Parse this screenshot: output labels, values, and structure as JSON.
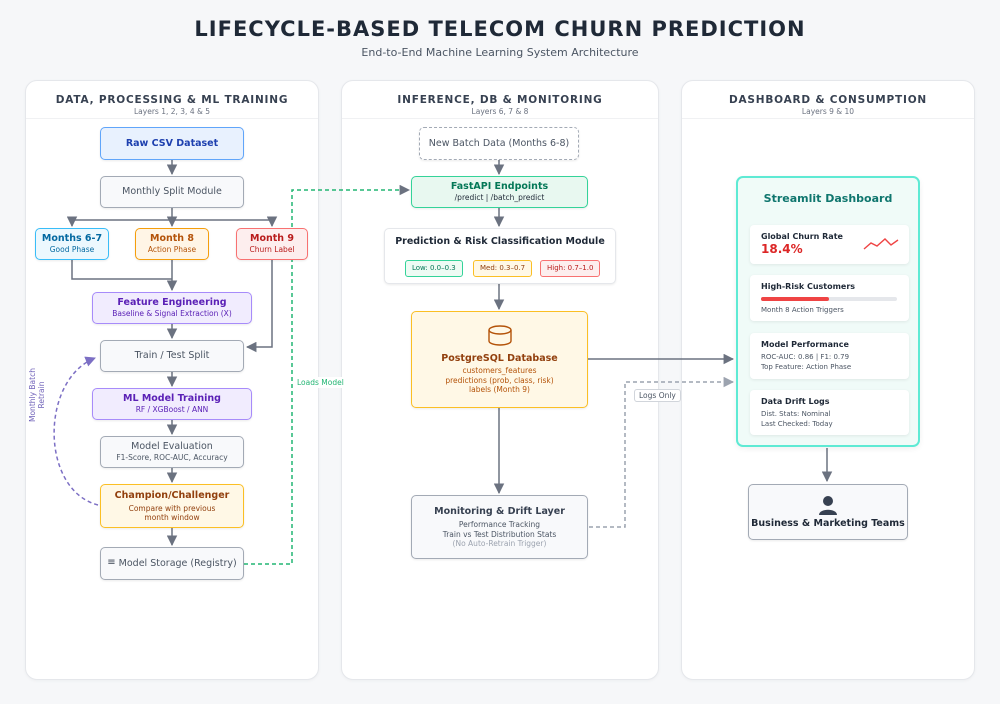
{
  "header": {
    "title": "LIFECYCLE-BASED TELECOM CHURN PREDICTION",
    "subtitle": "End-to-End Machine Learning System Architecture"
  },
  "panels": [
    {
      "title": "DATA, PROCESSING & ML TRAINING",
      "subtitle": "Layers 1, 2, 3, 4 & 5"
    },
    {
      "title": "INFERENCE, DB & MONITORING",
      "subtitle": "Layers 6, 7 & 8"
    },
    {
      "title": "DASHBOARD & CONSUMPTION",
      "subtitle": "Layers 9 & 10"
    }
  ],
  "training": {
    "raw_csv": "Raw CSV Dataset",
    "monthly_split": "Monthly Split Module",
    "months67": {
      "title": "Months 6-7",
      "sub": "Good Phase"
    },
    "month8": {
      "title": "Month 8",
      "sub": "Action Phase"
    },
    "month9": {
      "title": "Month 9",
      "sub": "Churn Label"
    },
    "feature_eng": {
      "title": "Feature Engineering",
      "sub": "Baseline & Signal Extraction (X)"
    },
    "split": "Train / Test Split",
    "ml_training": {
      "title": "ML Model Training",
      "sub": "RF / XGBoost / ANN"
    },
    "evaluation": {
      "title": "Model Evaluation",
      "sub": "F1-Score, ROC-AUC, Accuracy"
    },
    "champion": {
      "title": "Champion/Challenger",
      "sub1": "Compare with previous",
      "sub2": "month window"
    },
    "storage": "Model Storage (Registry)",
    "retrain_label": "Monthly Batch Retrain",
    "loads_model_label": "Loads Model"
  },
  "inference": {
    "new_batch": "New Batch Data (Months 6-8)",
    "fastapi": {
      "title": "FastAPI Endpoints",
      "sub": "/predict | /batch_predict"
    },
    "prediction": {
      "title": "Prediction & Risk Classification Module",
      "low": "Low: 0.0–0.3",
      "med": "Med: 0.3–0.7",
      "high": "High: 0.7–1.0"
    },
    "postgres": {
      "title": "PostgreSQL Database",
      "line1": "customers_features",
      "line2": "predictions (prob, class, risk)",
      "line3": "labels (Month 9)"
    },
    "monitoring": {
      "title": "Monitoring & Drift Layer",
      "line1": "Performance Tracking",
      "line2": "Train vs Test Distribution Stats",
      "line3": "(No Auto-Retrain Trigger)"
    },
    "logs_label": "Logs Only"
  },
  "dashboard": {
    "title": "Streamlit Dashboard",
    "churn": {
      "title": "Global Churn Rate",
      "value": "18.4%"
    },
    "high_risk": {
      "title": "High-Risk Customers",
      "sub": "Month 8 Action Triggers",
      "bar_fraction": 0.5
    },
    "performance": {
      "title": "Model Performance",
      "line1": "ROC-AUC: 0.86 | F1: 0.79",
      "line2": "Top Feature: Action Phase"
    },
    "drift": {
      "title": "Data Drift Logs",
      "line1": "Dist. Stats: Nominal",
      "line2": "Last Checked: Today"
    },
    "teams": "Business & Marketing Teams"
  },
  "colors": {
    "arrow": "#6b7280",
    "green_link": "#22b573",
    "purple_link": "#7c6fc4",
    "gray_link": "#9ca3af",
    "sparkline": "#ef4444"
  },
  "icons": [
    "database-icon",
    "user-icon",
    "menu-icon",
    "sparkline-icon"
  ]
}
